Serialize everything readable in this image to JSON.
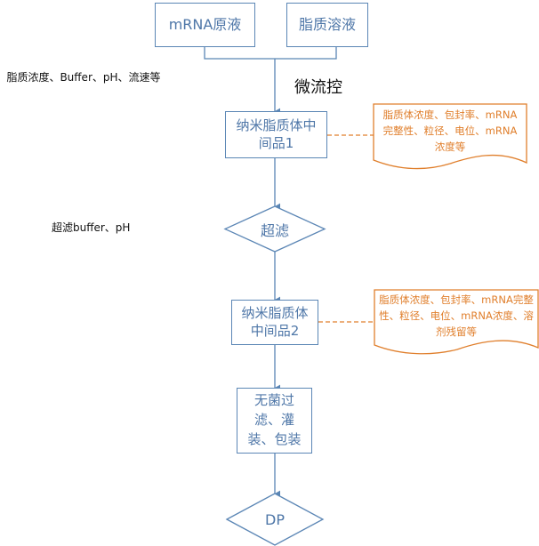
{
  "inputs": {
    "mrna": "mRNA原液",
    "lipid": "脂质溶液"
  },
  "process_label": "微流控",
  "notes": {
    "mixing_params": "脂质浓度、Buffer、pH、流速等",
    "uf_params": "超滤buffer、pH"
  },
  "steps": {
    "intermediate1": "纳米脂质体中间品1",
    "ultrafiltration": "超滤",
    "intermediate2": "纳米脂质体中间品2",
    "filling": "无菌过滤、灌装、包装",
    "final": "DP"
  },
  "tests": {
    "intermediate1": "脂质体浓度、包封率、mRNA完整性、粒径、电位、mRNA浓度等",
    "intermediate2": "脂质体浓度、包封率、mRNA完整性、粒径、电位、mRNA浓度、溶剂残留等"
  },
  "colors": {
    "process": "#5b86b5",
    "test": "#e07f2c"
  }
}
